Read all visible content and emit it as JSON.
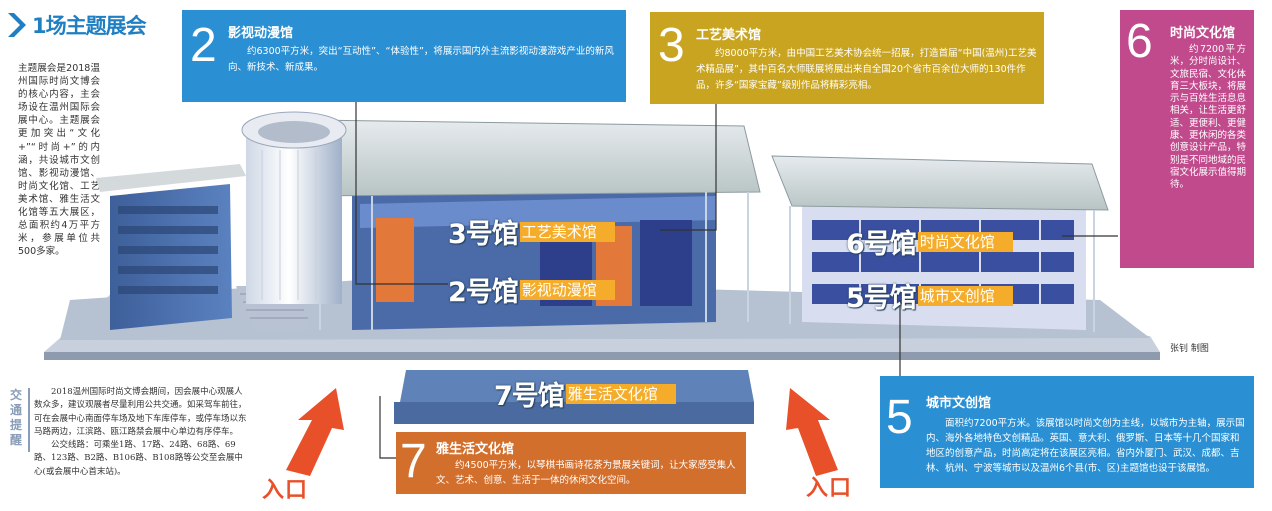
{
  "header": {
    "title": "1场主题展会"
  },
  "intro": "主题展会是2018温州国际时尚文博会的核心内容，主会场设在温州国际会展中心。主题展会更加突出“文化+”“时尚+”的内涵，共设城市文创馆、影视动漫馆、时尚文化馆、工艺美术馆、雅生活文化馆等五大展区，总面积约4万平方米，参展单位共500多家。",
  "halls": {
    "h2": {
      "num": "2",
      "title": "影视动漫馆",
      "desc": "约6300平方米，突出“互动性”、“体验性”，将展示国内外主流影视动漫游戏产业的新风向、新技术、新成果。",
      "label_num": "2号馆",
      "label_name": "影视动漫馆"
    },
    "h3": {
      "num": "3",
      "title": "工艺美术馆",
      "desc": "约8000平方米，由中国工艺美术协会统一招展，打造首届“中国(温州)工艺美术精品展”，其中百名大师联展将展出来自全国20个省市百余位大师的130件作品，许多“国家宝藏”级别作品将精彩亮相。",
      "label_num": "3号馆",
      "label_name": "工艺美术馆"
    },
    "h6": {
      "num": "6",
      "title": "时尚文化馆",
      "desc": "约7200平方米，分时尚设计、文旅民宿、文化体育三大板块，将展示与百姓生活息息相关，让生活更舒适、更便利、更健康、更休闲的各类创意设计产品，特别是不同地域的民宿文化展示值得期待。",
      "label_num": "6号馆",
      "label_name": "时尚文化馆"
    },
    "h5": {
      "num": "5",
      "title": "城市文创馆",
      "desc": "面积约7200平方米。该展馆以时尚文创为主线，以城市为主轴，展示国内、海外各地特色文创精品。英国、意大利、俄罗斯、日本等十几个国家和地区的创意产品，时尚高定将在该展区亮相。省内外厦门、武汉、成都、吉林、杭州、宁波等城市以及温州6个县(市、区)主题馆也设于该展馆。",
      "label_num": "5号馆",
      "label_name": "城市文创馆"
    },
    "h7": {
      "num": "7",
      "title": "雅生活文化馆",
      "desc": "约4500平方米，以琴棋书画诗花茶为景展关键词，让大家感受集人文、艺术、创意、生活于一体的休闲文化空间。",
      "label_num": "7号馆",
      "label_name": "雅生活文化馆"
    }
  },
  "credit": "张钊 制图",
  "traffic": {
    "tag": "交通提醒",
    "p1": "2018温州国际时尚文博会期间，因会展中心观展人数众多，建议观展者尽量利用公共交通。如采驾车前往，可在会展中心南面停车场及地下车库停车，或停车场以东马路两边，江滨路、瓯江路禁会展中心单边有序停车。",
    "p2": "公交线路：可乘坐1路、17路、24路、68路、69路、123路、B2路、B106路、B108路等公交至会展中心(或会展中心首末站)。"
  },
  "entrances": {
    "left": "入口",
    "right": "入口"
  },
  "colors": {
    "blue": "#2a90d3",
    "gold": "#c9a420",
    "magenta": "#c04a8c",
    "orange": "#d36f2d",
    "label": "#f4ac2a",
    "arrow": "#e8502a"
  }
}
